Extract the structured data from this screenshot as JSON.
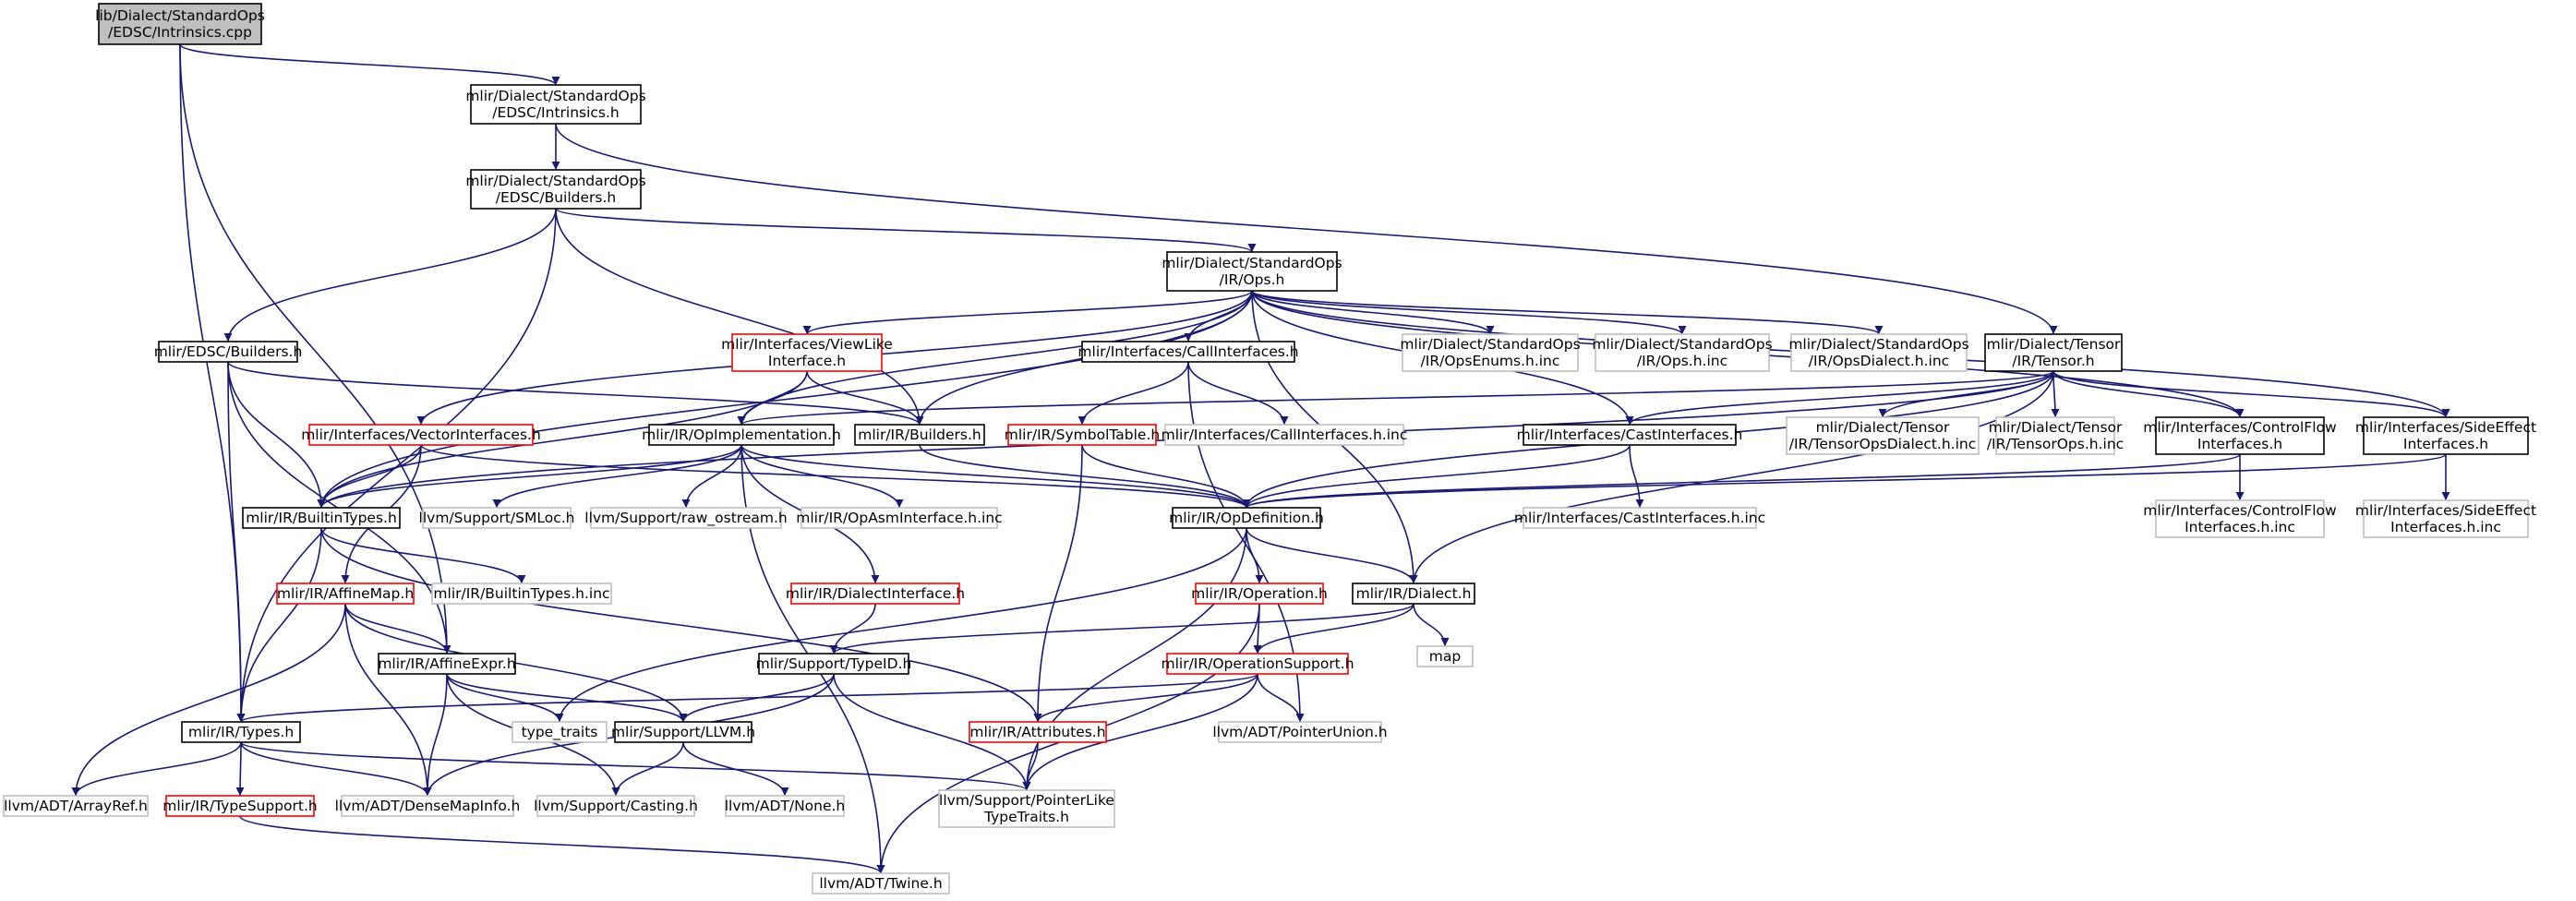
{
  "colors": {
    "edge": "#191970",
    "border_default": "#000000",
    "border_incomplete": "#ff0000",
    "border_external": "#bfbfbf",
    "fill_root": "#bfbfbf",
    "fill_default": "#ffffff",
    "text": "#000000"
  },
  "nodes": [
    {
      "id": "root",
      "label": [
        "lib/Dialect/StandardOps",
        "/EDSC/Intrinsics.cpp"
      ],
      "style": "root"
    },
    {
      "id": "intr",
      "label": [
        "mlir/Dialect/StandardOps",
        "/EDSC/Intrinsics.h"
      ],
      "style": "default"
    },
    {
      "id": "sobuild",
      "label": [
        "mlir/Dialect/StandardOps",
        "/EDSC/Builders.h"
      ],
      "style": "default"
    },
    {
      "id": "opsh",
      "label": [
        "mlir/Dialect/StandardOps",
        "/IR/Ops.h"
      ],
      "style": "default"
    },
    {
      "id": "edscb",
      "label": [
        "mlir/EDSC/Builders.h"
      ],
      "style": "default"
    },
    {
      "id": "viewlike",
      "label": [
        "mlir/Interfaces/ViewLike",
        "Interface.h"
      ],
      "style": "incomplete"
    },
    {
      "id": "callif",
      "label": [
        "mlir/Interfaces/CallInterfaces.h"
      ],
      "style": "default"
    },
    {
      "id": "opsenums",
      "label": [
        "mlir/Dialect/StandardOps",
        "/IR/OpsEnums.h.inc"
      ],
      "style": "external"
    },
    {
      "id": "opsinc",
      "label": [
        "mlir/Dialect/StandardOps",
        "/IR/Ops.h.inc"
      ],
      "style": "external"
    },
    {
      "id": "opsdialect",
      "label": [
        "mlir/Dialect/StandardOps",
        "/IR/OpsDialect.h.inc"
      ],
      "style": "external"
    },
    {
      "id": "tensor",
      "label": [
        "mlir/Dialect/Tensor",
        "/IR/Tensor.h"
      ],
      "style": "default"
    },
    {
      "id": "vectorif",
      "label": [
        "mlir/Interfaces/VectorInterfaces.h"
      ],
      "style": "incomplete"
    },
    {
      "id": "opimpl",
      "label": [
        "mlir/IR/OpImplementation.h"
      ],
      "style": "default"
    },
    {
      "id": "irbuild",
      "label": [
        "mlir/IR/Builders.h"
      ],
      "style": "default"
    },
    {
      "id": "symtab",
      "label": [
        "mlir/IR/SymbolTable.h"
      ],
      "style": "incomplete"
    },
    {
      "id": "callinc",
      "label": [
        "mlir/Interfaces/CallInterfaces.h.inc"
      ],
      "style": "external"
    },
    {
      "id": "castif",
      "label": [
        "mlir/Interfaces/CastInterfaces.h"
      ],
      "style": "default"
    },
    {
      "id": "tensordialect",
      "label": [
        "mlir/Dialect/Tensor",
        "/IR/TensorOpsDialect.h.inc"
      ],
      "style": "external"
    },
    {
      "id": "tensorops",
      "label": [
        "mlir/Dialect/Tensor",
        "/IR/TensorOps.h.inc"
      ],
      "style": "external"
    },
    {
      "id": "cfif",
      "label": [
        "mlir/Interfaces/ControlFlow",
        "Interfaces.h"
      ],
      "style": "default"
    },
    {
      "id": "seif",
      "label": [
        "mlir/Interfaces/SideEffect",
        "Interfaces.h"
      ],
      "style": "default"
    },
    {
      "id": "btypes",
      "label": [
        "mlir/IR/BuiltinTypes.h"
      ],
      "style": "default"
    },
    {
      "id": "smloc",
      "label": [
        "llvm/Support/SMLoc.h"
      ],
      "style": "external"
    },
    {
      "id": "rawos",
      "label": [
        "llvm/Support/raw_ostream.h"
      ],
      "style": "external"
    },
    {
      "id": "opasm",
      "label": [
        "mlir/IR/OpAsmInterface.h.inc"
      ],
      "style": "external"
    },
    {
      "id": "opdef",
      "label": [
        "mlir/IR/OpDefinition.h"
      ],
      "style": "default"
    },
    {
      "id": "castinc",
      "label": [
        "mlir/Interfaces/CastInterfaces.h.inc"
      ],
      "style": "external"
    },
    {
      "id": "cfinc",
      "label": [
        "mlir/Interfaces/ControlFlow",
        "Interfaces.h.inc"
      ],
      "style": "external"
    },
    {
      "id": "seinc",
      "label": [
        "mlir/Interfaces/SideEffect",
        "Interfaces.h.inc"
      ],
      "style": "external"
    },
    {
      "id": "affmap",
      "label": [
        "mlir/IR/AffineMap.h"
      ],
      "style": "incomplete"
    },
    {
      "id": "btinc",
      "label": [
        "mlir/IR/BuiltinTypes.h.inc"
      ],
      "style": "external"
    },
    {
      "id": "dialectif",
      "label": [
        "mlir/IR/DialectInterface.h"
      ],
      "style": "incomplete"
    },
    {
      "id": "operation",
      "label": [
        "mlir/IR/Operation.h"
      ],
      "style": "incomplete"
    },
    {
      "id": "dialect",
      "label": [
        "mlir/IR/Dialect.h"
      ],
      "style": "default"
    },
    {
      "id": "map",
      "label": [
        "map"
      ],
      "style": "external"
    },
    {
      "id": "affexpr",
      "label": [
        "mlir/IR/AffineExpr.h"
      ],
      "style": "default"
    },
    {
      "id": "typeid",
      "label": [
        "mlir/Support/TypeID.h"
      ],
      "style": "default"
    },
    {
      "id": "opsupp",
      "label": [
        "mlir/IR/OperationSupport.h"
      ],
      "style": "incomplete"
    },
    {
      "id": "typetraits",
      "label": [
        "type_traits"
      ],
      "style": "external"
    },
    {
      "id": "types",
      "label": [
        "mlir/IR/Types.h"
      ],
      "style": "default"
    },
    {
      "id": "llvmh",
      "label": [
        "mlir/Support/LLVM.h"
      ],
      "style": "default"
    },
    {
      "id": "attrs",
      "label": [
        "mlir/IR/Attributes.h"
      ],
      "style": "incomplete"
    },
    {
      "id": "ptrunion",
      "label": [
        "llvm/ADT/PointerUnion.h"
      ],
      "style": "external"
    },
    {
      "id": "arrayref",
      "label": [
        "llvm/ADT/ArrayRef.h"
      ],
      "style": "external"
    },
    {
      "id": "typesupp",
      "label": [
        "mlir/IR/TypeSupport.h"
      ],
      "style": "incomplete"
    },
    {
      "id": "densemap",
      "label": [
        "llvm/ADT/DenseMapInfo.h"
      ],
      "style": "external"
    },
    {
      "id": "casting",
      "label": [
        "llvm/Support/Casting.h"
      ],
      "style": "external"
    },
    {
      "id": "none",
      "label": [
        "llvm/ADT/None.h"
      ],
      "style": "external"
    },
    {
      "id": "ptrlike",
      "label": [
        "llvm/Support/PointerLike",
        "TypeTraits.h"
      ],
      "style": "external"
    },
    {
      "id": "twine",
      "label": [
        "llvm/ADT/Twine.h"
      ],
      "style": "external"
    }
  ],
  "edges": [
    [
      "root",
      "intr"
    ],
    [
      "root",
      "affexpr"
    ],
    [
      "root",
      "types"
    ],
    [
      "intr",
      "sobuild"
    ],
    [
      "intr",
      "tensor"
    ],
    [
      "sobuild",
      "opsh"
    ],
    [
      "sobuild",
      "edscb"
    ],
    [
      "sobuild",
      "irbuild"
    ],
    [
      "sobuild",
      "types"
    ],
    [
      "opsh",
      "viewlike"
    ],
    [
      "opsh",
      "callif"
    ],
    [
      "opsh",
      "opsenums"
    ],
    [
      "opsh",
      "opsinc"
    ],
    [
      "opsh",
      "opsdialect"
    ],
    [
      "opsh",
      "vectorif"
    ],
    [
      "opsh",
      "opimpl"
    ],
    [
      "opsh",
      "irbuild"
    ],
    [
      "opsh",
      "castif"
    ],
    [
      "opsh",
      "cfif"
    ],
    [
      "opsh",
      "seif"
    ],
    [
      "opsh",
      "btypes"
    ],
    [
      "opsh",
      "dialect"
    ],
    [
      "edscb",
      "irbuild"
    ],
    [
      "edscb",
      "btypes"
    ],
    [
      "edscb",
      "affexpr"
    ],
    [
      "edscb",
      "types"
    ],
    [
      "viewlike",
      "opimpl"
    ],
    [
      "viewlike",
      "irbuild"
    ],
    [
      "viewlike",
      "btypes"
    ],
    [
      "callif",
      "symtab"
    ],
    [
      "callif",
      "callinc"
    ],
    [
      "callif",
      "ptrunion"
    ],
    [
      "tensor",
      "opimpl"
    ],
    [
      "tensor",
      "castif"
    ],
    [
      "tensor",
      "tensordialect"
    ],
    [
      "tensor",
      "tensorops"
    ],
    [
      "tensor",
      "cfif"
    ],
    [
      "tensor",
      "seif"
    ],
    [
      "tensor",
      "btypes"
    ],
    [
      "tensor",
      "opdef"
    ],
    [
      "tensor",
      "dialect"
    ],
    [
      "vectorif",
      "btypes"
    ],
    [
      "vectorif",
      "affmap"
    ],
    [
      "vectorif",
      "opdef"
    ],
    [
      "opimpl",
      "btypes"
    ],
    [
      "opimpl",
      "smloc"
    ],
    [
      "opimpl",
      "rawos"
    ],
    [
      "opimpl",
      "opasm"
    ],
    [
      "opimpl",
      "opdef"
    ],
    [
      "opimpl",
      "dialectif"
    ],
    [
      "opimpl",
      "twine"
    ],
    [
      "irbuild",
      "opdef"
    ],
    [
      "symtab",
      "opdef"
    ],
    [
      "symtab",
      "attrs"
    ],
    [
      "castif",
      "opdef"
    ],
    [
      "castif",
      "castinc"
    ],
    [
      "cfif",
      "opdef"
    ],
    [
      "cfif",
      "cfinc"
    ],
    [
      "seif",
      "opdef"
    ],
    [
      "seif",
      "seinc"
    ],
    [
      "btypes",
      "types"
    ],
    [
      "btypes",
      "btinc"
    ],
    [
      "btypes",
      "attrs"
    ],
    [
      "opdef",
      "operation"
    ],
    [
      "opdef",
      "dialect"
    ],
    [
      "opdef",
      "typetraits"
    ],
    [
      "opdef",
      "ptrlike"
    ],
    [
      "affmap",
      "affexpr"
    ],
    [
      "affmap",
      "llvmh"
    ],
    [
      "affmap",
      "arrayref"
    ],
    [
      "affmap",
      "densemap"
    ],
    [
      "dialectif",
      "typeid"
    ],
    [
      "operation",
      "opsupp"
    ],
    [
      "operation",
      "twine"
    ],
    [
      "dialect",
      "opsupp"
    ],
    [
      "dialect",
      "map"
    ],
    [
      "dialect",
      "typeid"
    ],
    [
      "affexpr",
      "llvmh"
    ],
    [
      "affexpr",
      "typetraits"
    ],
    [
      "affexpr",
      "densemap"
    ],
    [
      "affexpr",
      "casting"
    ],
    [
      "typeid",
      "llvmh"
    ],
    [
      "typeid",
      "ptrlike"
    ],
    [
      "typeid",
      "densemap"
    ],
    [
      "opsupp",
      "types"
    ],
    [
      "opsupp",
      "attrs"
    ],
    [
      "opsupp",
      "ptrunion"
    ],
    [
      "opsupp",
      "ptrlike"
    ],
    [
      "types",
      "typesupp"
    ],
    [
      "types",
      "arrayref"
    ],
    [
      "types",
      "densemap"
    ],
    [
      "types",
      "ptrlike"
    ],
    [
      "llvmh",
      "casting"
    ],
    [
      "llvmh",
      "none"
    ],
    [
      "attrs",
      "ptrlike"
    ],
    [
      "typesupp",
      "twine"
    ]
  ]
}
